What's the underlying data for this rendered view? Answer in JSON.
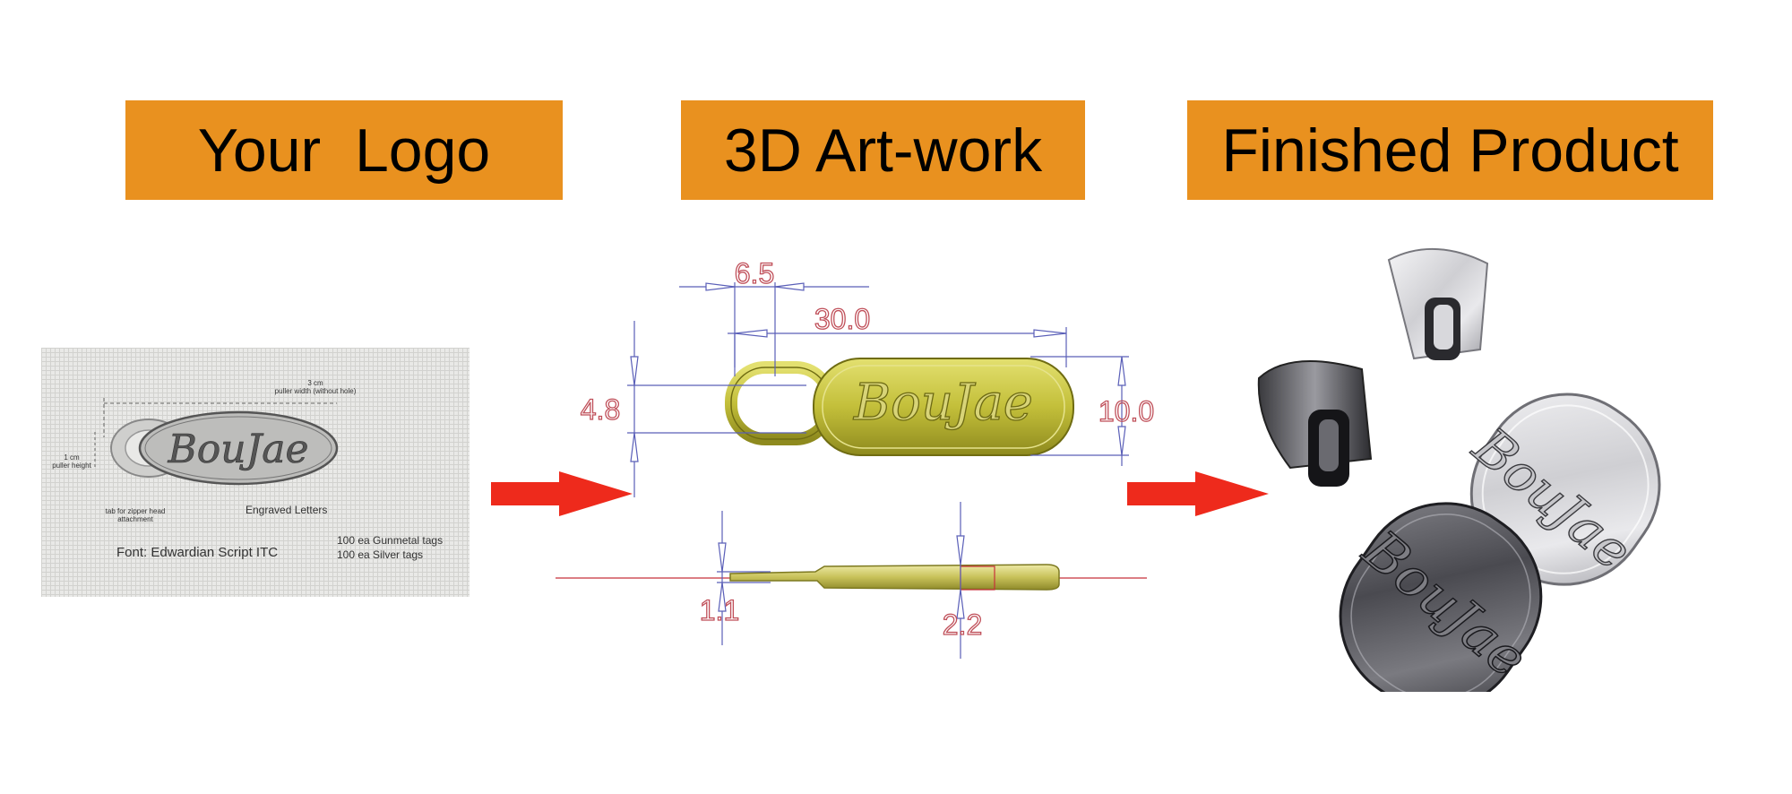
{
  "banners": {
    "logo": "Your  Logo",
    "artwork": "3D Art-work",
    "product": "Finished Product"
  },
  "colors": {
    "banner": "#e9911f",
    "arrow": "#ee2a1c",
    "dimension": "#c0505a",
    "gold": "#b9b63a",
    "gunmetal": "#5a5a5e",
    "silver": "#d9d9db"
  },
  "sketch": {
    "width_label": "3 cm\npuller width (without hole)",
    "height_label": "1 cm\npuller height",
    "tab_label": "tab for zipper head\nattachment",
    "engraved": "Engraved  Letters",
    "font": "Font:  Edwardian Script ITC",
    "qty_gunmetal": "100 ea Gunmetal tags",
    "qty_silver": "100 ea Silver tags",
    "logo_text": "BouJae"
  },
  "cad": {
    "dim_hole": "6.5",
    "dim_length": "30.0",
    "dim_tab_height": "4.8",
    "dim_height": "10.0",
    "dim_tab_thickness": "1.1",
    "dim_thickness": "2.2",
    "logo_text": "BouJae"
  },
  "product": {
    "logo_text": "BouJae"
  },
  "icons": [
    "right-arrow-icon",
    "right-arrow-icon"
  ]
}
